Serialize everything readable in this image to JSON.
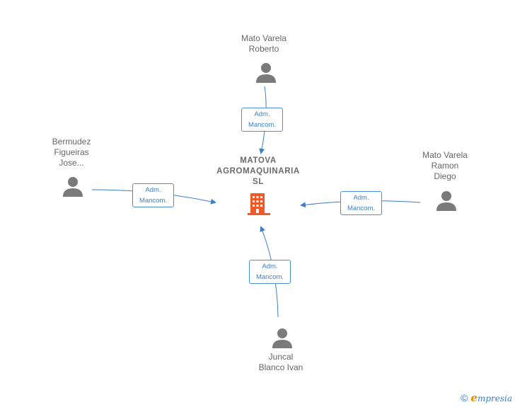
{
  "company": {
    "name_lines": [
      "MATOVA",
      "AGROMAQUINARIA",
      "SL"
    ],
    "icon": "building-icon",
    "color": "#f05a28"
  },
  "people": [
    {
      "id": "top",
      "name_lines": [
        "Mato Varela",
        "Roberto"
      ],
      "icon": "person-icon"
    },
    {
      "id": "left",
      "name_lines": [
        "Bermudez",
        "Figueiras",
        "Jose..."
      ],
      "icon": "person-icon"
    },
    {
      "id": "right",
      "name_lines": [
        "Mato Varela",
        "Ramon",
        "Diego"
      ],
      "icon": "person-icon"
    },
    {
      "id": "bottom",
      "name_lines": [
        "Juncal",
        "Blanco Ivan"
      ],
      "icon": "person-icon"
    }
  ],
  "relations": [
    {
      "from": "top",
      "role_lines": [
        "Adm.",
        "Mancom."
      ]
    },
    {
      "from": "left",
      "role_lines": [
        "Adm.",
        "Mancom."
      ]
    },
    {
      "from": "right",
      "role_lines": [
        "Adm.",
        "Mancom."
      ]
    },
    {
      "from": "bottom",
      "role_lines": [
        "Adm.",
        "Mancom."
      ]
    }
  ],
  "colors": {
    "edge": "#3c7fc8",
    "person_icon": "#7a7a7a",
    "text": "#666666"
  },
  "footer": {
    "copyright_symbol": "©",
    "brand_initial": "e",
    "brand_rest": "mpresia"
  }
}
